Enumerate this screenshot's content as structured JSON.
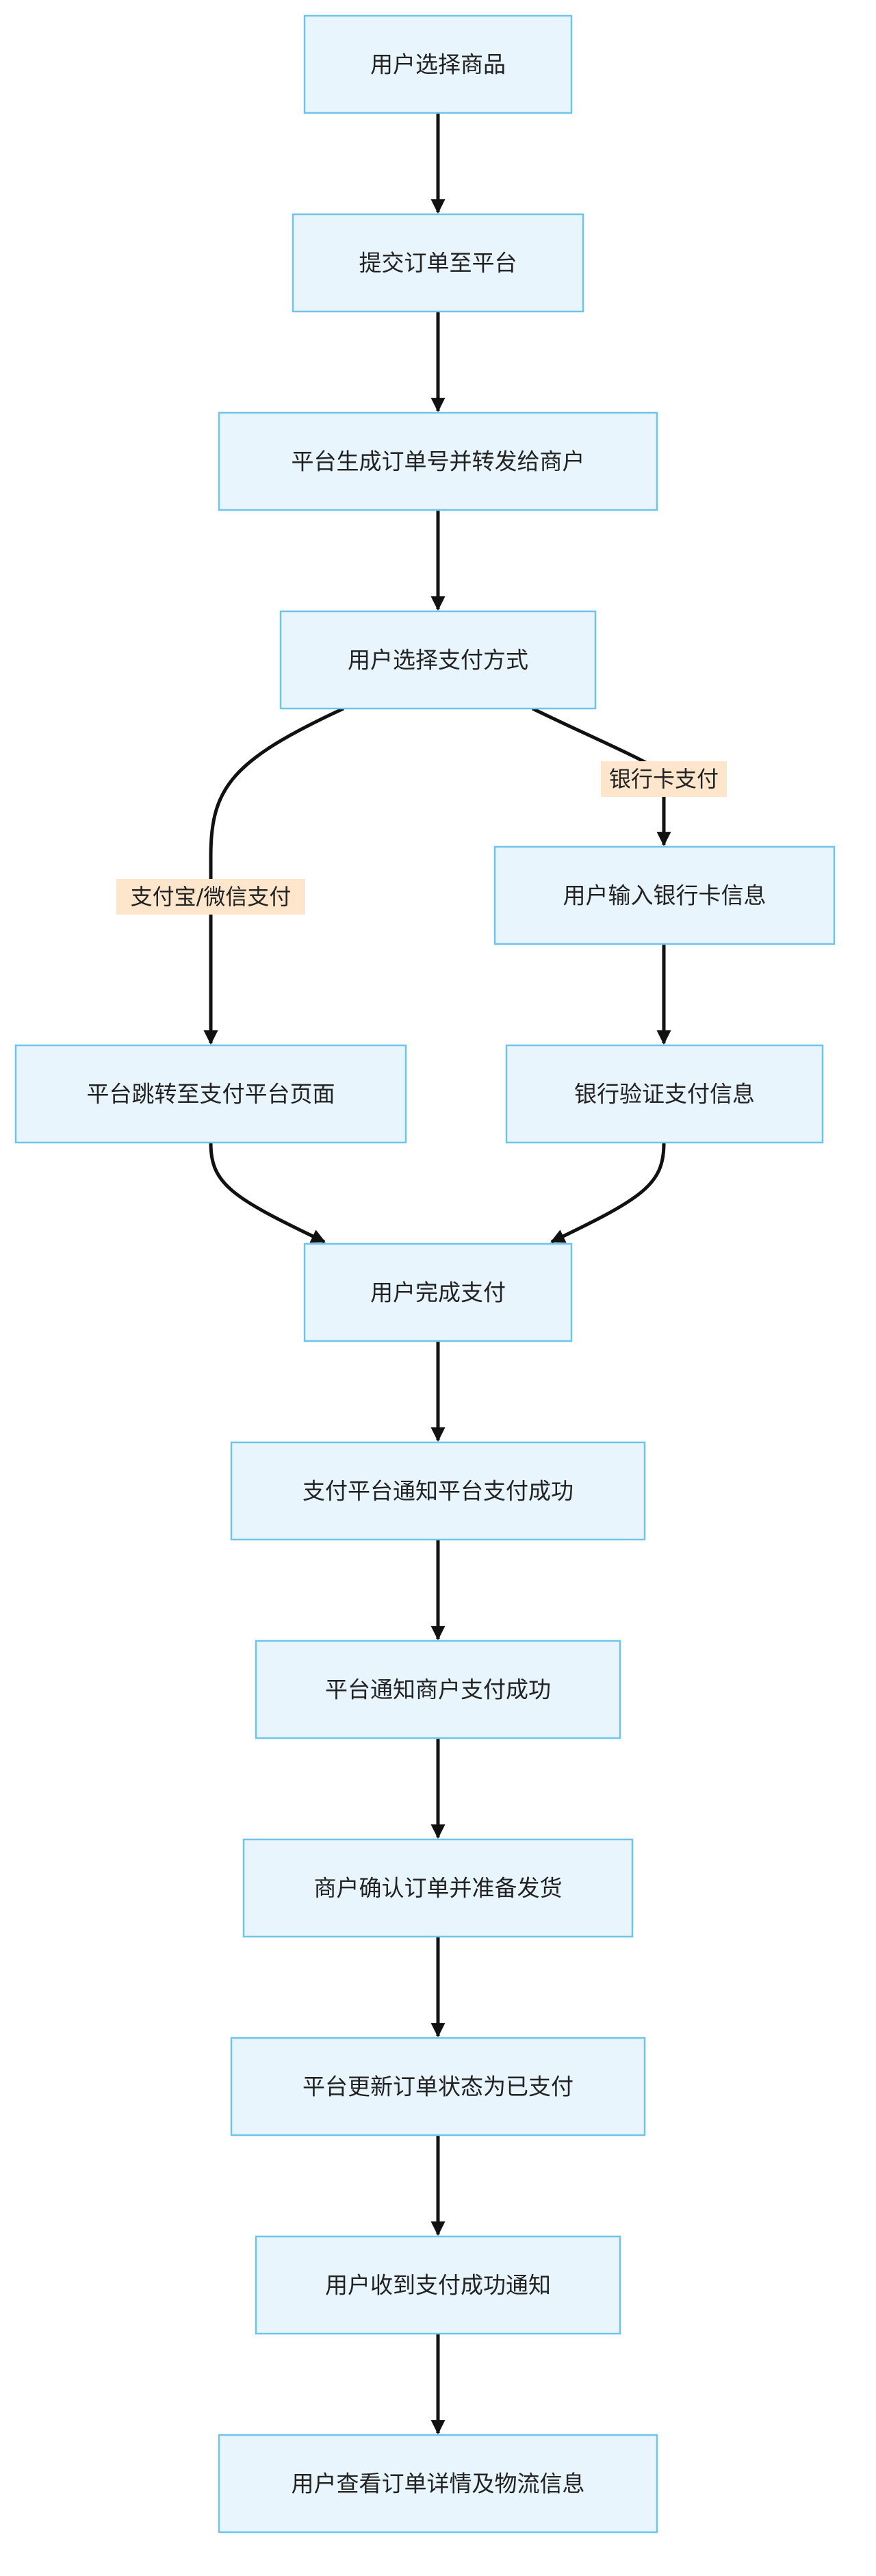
{
  "colors": {
    "node_fill": "#e8f5fc",
    "node_stroke": "#6ec5e9",
    "edge": "#111111",
    "edge_label_bg": "#fde6cc",
    "text": "#222222"
  },
  "nodes": {
    "n1": "用户选择商品",
    "n2": "提交订单至平台",
    "n3": "平台生成订单号并转发给商户",
    "n4": "用户选择支付方式",
    "n5": "用户输入银行卡信息",
    "n6": "平台跳转至支付平台页面",
    "n7": "银行验证支付信息",
    "n8": "用户完成支付",
    "n9": "支付平台通知平台支付成功",
    "n10": "平台通知商户支付成功",
    "n11": "商户确认订单并准备发货",
    "n12": "平台更新订单状态为已支付",
    "n13": "用户收到支付成功通知",
    "n14": "用户查看订单详情及物流信息"
  },
  "edge_labels": {
    "bank": "银行卡支付",
    "alipay": "支付宝/微信支付"
  }
}
